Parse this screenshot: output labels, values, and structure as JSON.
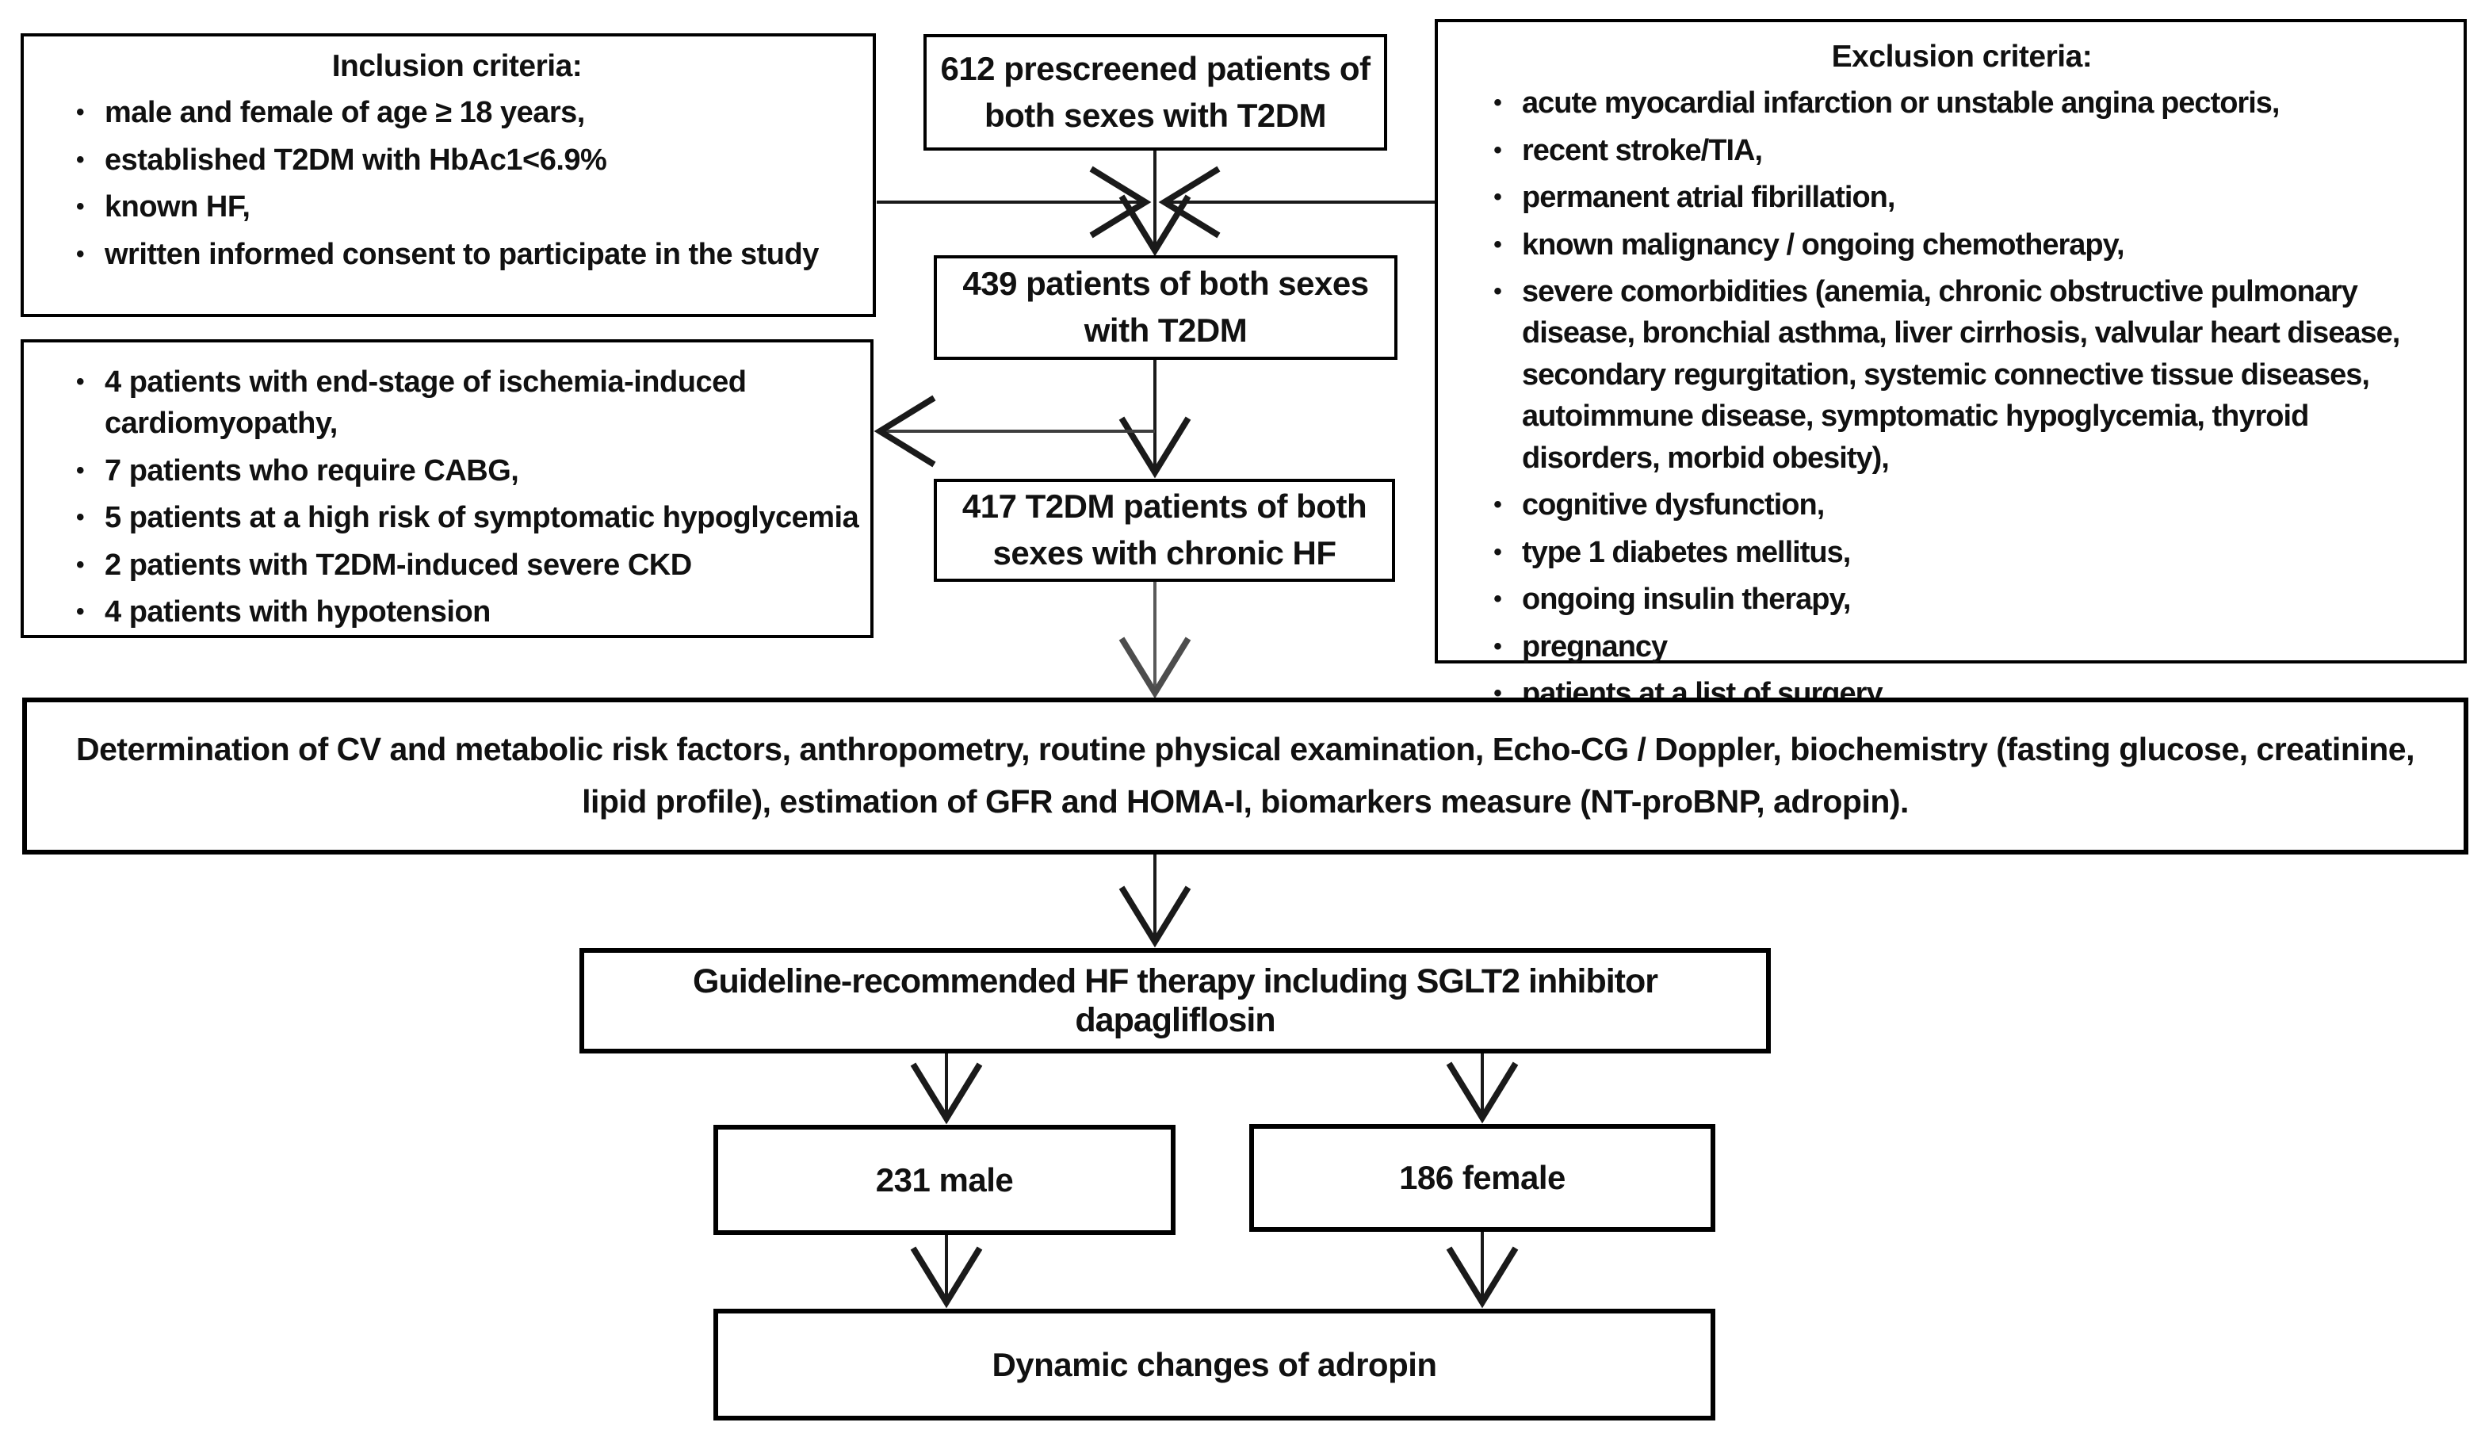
{
  "diagram": {
    "bullet": "•",
    "inclusion": {
      "title": "Inclusion criteria:",
      "items": [
        "male and female of age ≥ 18 years,",
        "established T2DM with HbAc1<6.9%",
        "known HF,",
        "written informed consent to participate in the study"
      ]
    },
    "prescreened": {
      "text": "612 prescreened patients of both sexes with T2DM"
    },
    "exclusion": {
      "title": "Exclusion criteria:",
      "items": [
        "acute myocardial infarction or unstable angina pectoris,",
        "recent stroke/TIA,",
        "permanent atrial fibrillation,",
        "known malignancy / ongoing chemotherapy,",
        "severe comorbidities (anemia, chronic obstructive pulmonary disease, bronchial asthma, liver cirrhosis, valvular heart disease, secondary regurgitation, systemic connective tissue diseases, autoimmune disease, symptomatic hypoglycemia, thyroid disorders, morbid obesity),",
        "cognitive dysfunction,",
        "type 1 diabetes mellitus,",
        "ongoing insulin therapy,",
        "pregnancy",
        "patients at a list of surgery"
      ]
    },
    "excluded": {
      "items": [
        "4 patients with end-stage of ischemia-induced cardiomyopathy,",
        "7 patients who require CABG,",
        "5 patients at a high risk of symptomatic hypoglycemia",
        "2 patients with T2DM-induced severe CKD",
        "4 patients with hypotension"
      ]
    },
    "patients439": {
      "text": "439 patients of both sexes with T2DM"
    },
    "patients417": {
      "text": "417 T2DM patients of both sexes with chronic HF"
    },
    "determination": {
      "text": "Determination of CV and metabolic risk factors, anthropometry, routine physical examination, Echo-CG / Doppler, biochemistry (fasting glucose, creatinine, lipid profile), estimation of GFR and HOMA-I, biomarkers measure (NT-proBNP, adropin)."
    },
    "guideline": {
      "text": "Guideline-recommended HF therapy including SGLT2 inhibitor dapagliflosin"
    },
    "male": {
      "text": "231 male"
    },
    "female": {
      "text": "186 female"
    },
    "dynamic": {
      "text": "Dynamic changes of adropin"
    }
  },
  "colors": {
    "background": "#ffffff",
    "box_border": "#000000",
    "text": "#111111",
    "line": "#1a1a1a",
    "gray_line": "#595959"
  }
}
